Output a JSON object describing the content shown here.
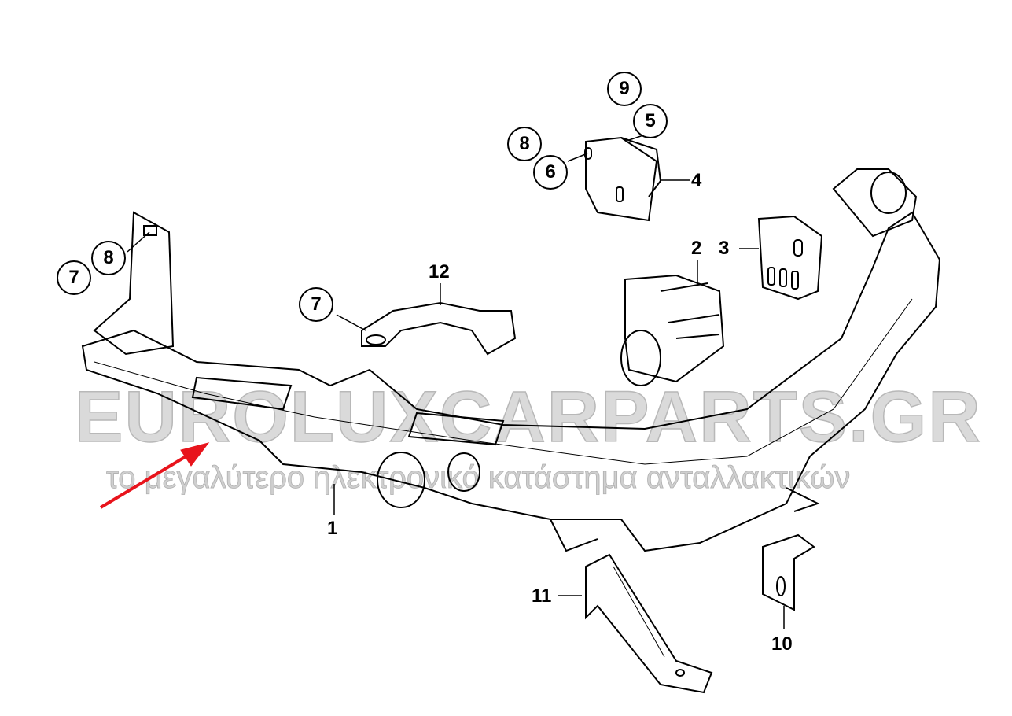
{
  "watermark": {
    "brand": "EUROLUXCARPARTS.GR",
    "tagline": "το μεγαλύτερο ηλεκτρονικό κατάστημα ανταλλακτικών"
  },
  "callouts": {
    "c9": "9",
    "c5": "5",
    "c8a": "8",
    "c6": "6",
    "c4": "4",
    "c8b": "8",
    "c7a": "7",
    "c12": "12",
    "c7b": "7",
    "c2": "2",
    "c3": "3",
    "c1": "1",
    "c11": "11",
    "c10": "10"
  },
  "colors": {
    "arrow": "#e8141c",
    "line": "#000000",
    "watermark": "#d8d8d8"
  }
}
